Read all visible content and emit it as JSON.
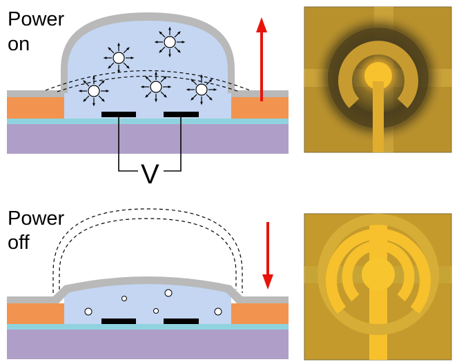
{
  "panels": {
    "on": {
      "line1": "Power",
      "line2": "on"
    },
    "off": {
      "line1": "Power",
      "line2": "off"
    }
  },
  "voltage_label": "V",
  "colors": {
    "electrode_layer": "#f2944f",
    "substrate": "#af9ec7",
    "thin_film": "#8fd3df",
    "shell": "#b9b9b9",
    "liquid": "#c4d6f2",
    "electrode": "#000000",
    "arrow": "#e8140a",
    "micrograph_bg": "#c49a2c",
    "micrograph_gold": "#f6c12c"
  },
  "icons": {
    "bubble": "bubble-icon",
    "arrow_up": "arrow-up-icon",
    "arrow_down": "arrow-down-icon"
  }
}
